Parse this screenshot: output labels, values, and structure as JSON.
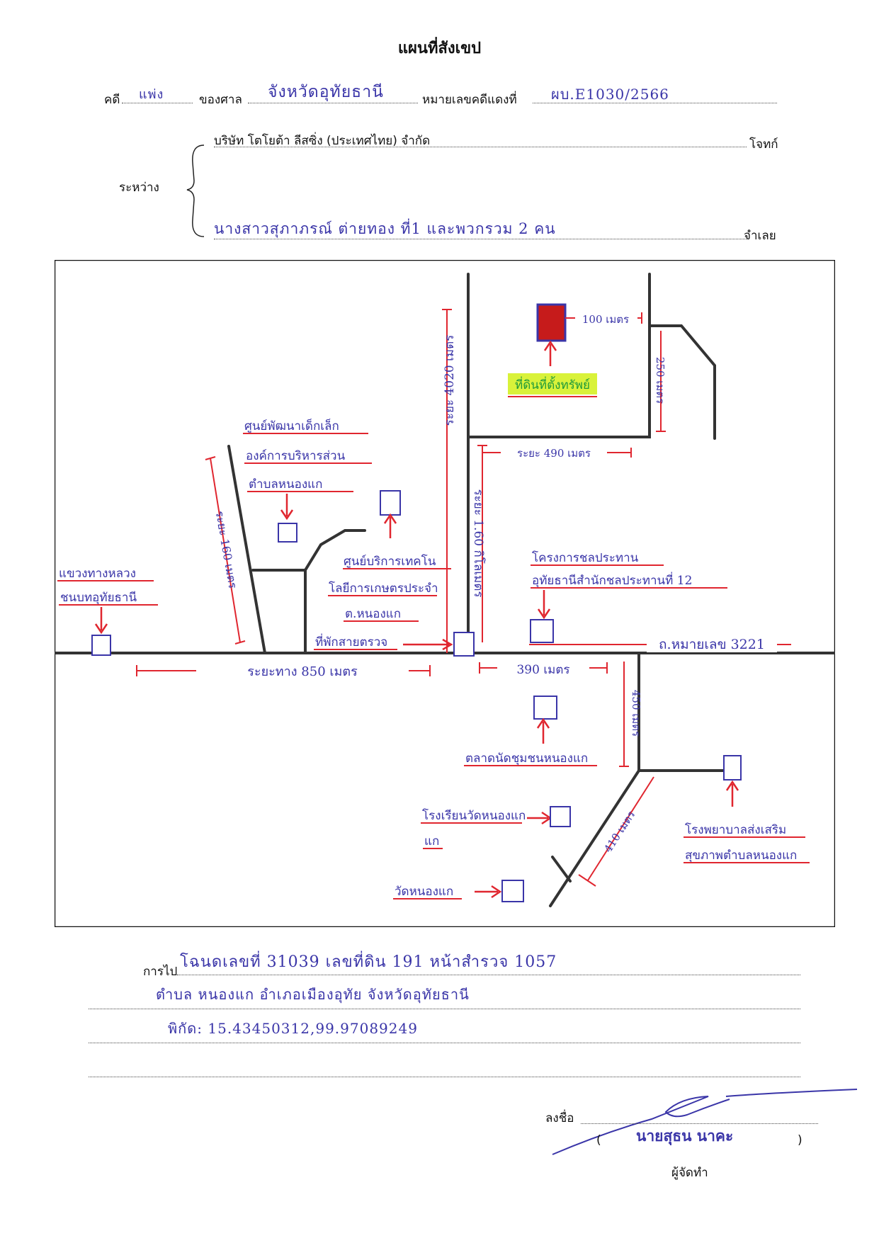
{
  "header": {
    "title": "แผนที่สังเขป",
    "case_label": "คดี",
    "case_type": "แพ่ง",
    "court_label": "ของศาล",
    "court_name": "จังหวัดอุทัยธานี",
    "red_number_label": "หมายเลขคดีแดงที่",
    "red_number": "ผบ.E1030/2566"
  },
  "parties": {
    "between_label": "ระหว่าง",
    "plaintiff": "บริษัท โตโยต้า ลีสซิ่ง (ประเทศไทย) จำกัด",
    "plaintiff_label": "โจทก์",
    "defendant": "นางสาวสุภาภรณ์ ต่ายทอง ที่1 และพวกรวม 2 คน",
    "defendant_label": "จำเลย"
  },
  "map": {
    "landmarks": [
      {
        "id": "property",
        "label": "ที่ดินที่ตั้งทรัพย์"
      },
      {
        "id": "childcare",
        "label_lines": [
          "ศูนย์พัฒนาเด็กเล็ก",
          "องค์การบริหารส่วน",
          "ตำบลหนองแก"
        ]
      },
      {
        "id": "agri",
        "label_lines": [
          "ศูนย์บริการเทคโน",
          "โลยีการเกษตรประจำ",
          "ต.หนองแก"
        ]
      },
      {
        "id": "checkpoint",
        "label": "ที่พักสายตรวจ"
      },
      {
        "id": "highways",
        "label_lines": [
          "แขวงทางหลวง",
          "ชนบทอุทัยธานี"
        ]
      },
      {
        "id": "irrigation",
        "label_lines": [
          "โครงการชลประทาน",
          "อุทัยธานีสำนักชลประทานที่ 12"
        ]
      },
      {
        "id": "market",
        "label": "ตลาดนัดชุมชนหนองแก"
      },
      {
        "id": "school",
        "label_lines": [
          "โรงเรียนวัดหนองแก",
          "แก"
        ]
      },
      {
        "id": "temple",
        "label": "วัดหนองแก"
      },
      {
        "id": "hospital",
        "label_lines": [
          "โรงพยาบาลส่งเสริม",
          "สุขภาพตำบลหนองแก"
        ]
      }
    ],
    "distances": {
      "d100": "100 เมตร",
      "d250": "250 เมตร",
      "d490": "ระยะ 490 เมตร",
      "d4020": "ระยะ 4020 เมตร",
      "d1_6km": "ระยะ 1.60 กิโลเมตร",
      "d160": "ระยะ 160 เมตร",
      "d850": "ระยะทาง 850 เมตร",
      "d390": "390 เมตร",
      "d450": "450 เมตร",
      "d410": "410 เมตร"
    },
    "road_name": "ถ.หมายเลข 3221",
    "colors": {
      "ink": "#3a35a8",
      "red": "#e0262f",
      "property_fill": "#c61b1b",
      "highlight": "#d9f23a",
      "label_green": "#1f9a3a"
    }
  },
  "footer": {
    "route_label": "การไป",
    "lines": [
      "โฉนดเลขที่ 31039   เลขที่ดิน 191   หน้าสำรวจ 1057",
      "ตำบล หนองแก   อำเภอเมืองอุทัย   จังหวัดอุทัยธานี",
      "พิกัด: 15.43450312,99.97089249"
    ],
    "sign_label": "ลงชื่อ",
    "signer": "นายสุธน  นาคะ",
    "role": "ผู้จัดทำ"
  }
}
